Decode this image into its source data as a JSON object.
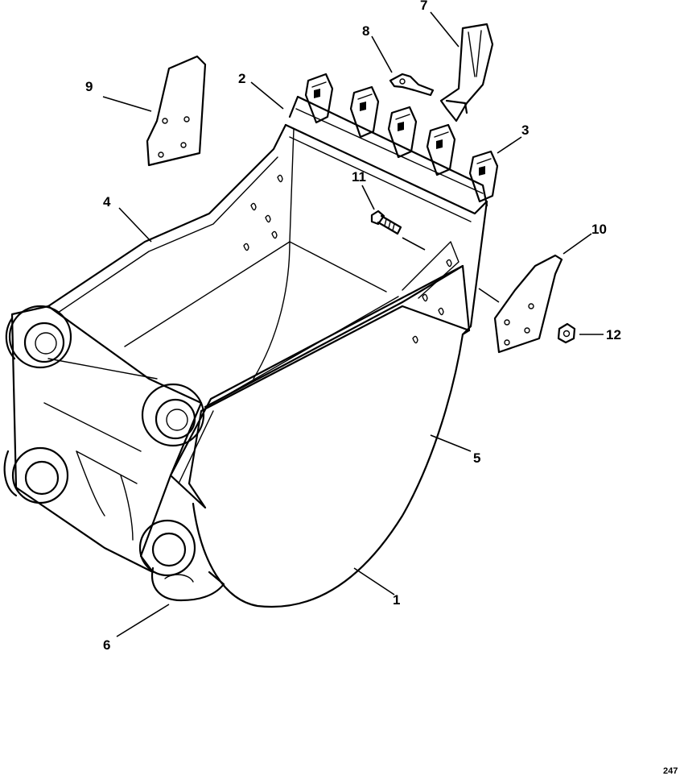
{
  "diagram": {
    "callouts": [
      {
        "id": "callout-1",
        "text": "1"
      },
      {
        "id": "callout-2",
        "text": "2"
      },
      {
        "id": "callout-3",
        "text": "3"
      },
      {
        "id": "callout-4",
        "text": "4"
      },
      {
        "id": "callout-5",
        "text": "5"
      },
      {
        "id": "callout-6",
        "text": "6"
      },
      {
        "id": "callout-7",
        "text": "7"
      },
      {
        "id": "callout-8",
        "text": "8"
      },
      {
        "id": "callout-9",
        "text": "9"
      },
      {
        "id": "callout-10",
        "text": "10"
      },
      {
        "id": "callout-11",
        "text": "11"
      },
      {
        "id": "callout-12",
        "text": "12"
      }
    ],
    "figure_ref": "247"
  }
}
